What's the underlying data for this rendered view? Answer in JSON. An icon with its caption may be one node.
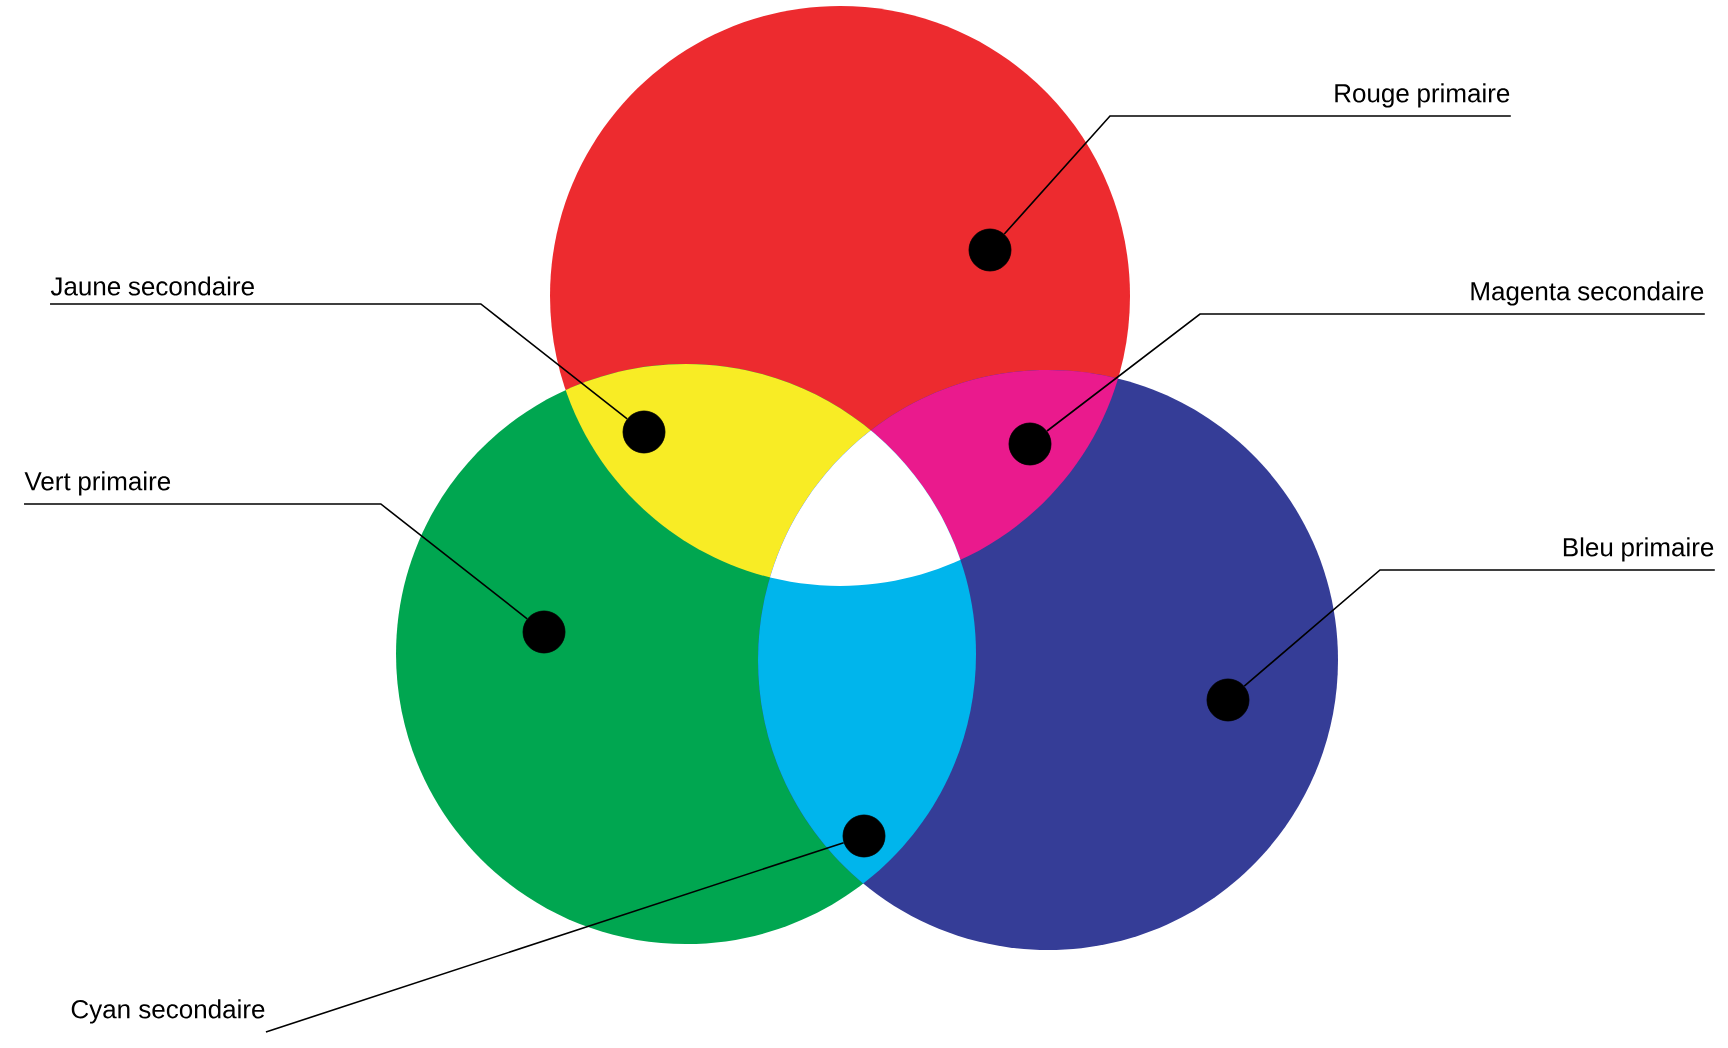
{
  "diagram": {
    "nodes": [
      {
        "text": [
          "Rouge primaire"
        ]
      },
      {
        "text": [
          "Jaune secondaire"
        ]
      },
      {
        "text": [
          "Magenta secondaire"
        ]
      },
      {
        "text": [
          "Vert primaire"
        ]
      },
      {
        "text": [
          "Bleu primaire"
        ]
      },
      {
        "text": [
          "Cyan secondaire"
        ]
      },
      {
        "text": [],
        "shape": "circle"
      },
      {
        "text": [],
        "shape": "circle"
      },
      {
        "text": [],
        "shape": "circle"
      },
      {
        "text": [],
        "shape": "circle"
      },
      {
        "text": [],
        "shape": "circle"
      },
      {
        "text": [],
        "shape": "circle"
      }
    ],
    "edges": [
      {
        "from": 0,
        "to": 9,
        "arrow": "none"
      },
      {
        "from": 1,
        "to": 7,
        "arrow": "none"
      },
      {
        "from": 2,
        "to": 10,
        "arrow": "none"
      },
      {
        "from": 3,
        "to": 6,
        "arrow": "none"
      },
      {
        "from": 4,
        "to": 11,
        "arrow": "none"
      },
      {
        "from": 5,
        "to": 8,
        "arrow": "none"
      }
    ]
  }
}
